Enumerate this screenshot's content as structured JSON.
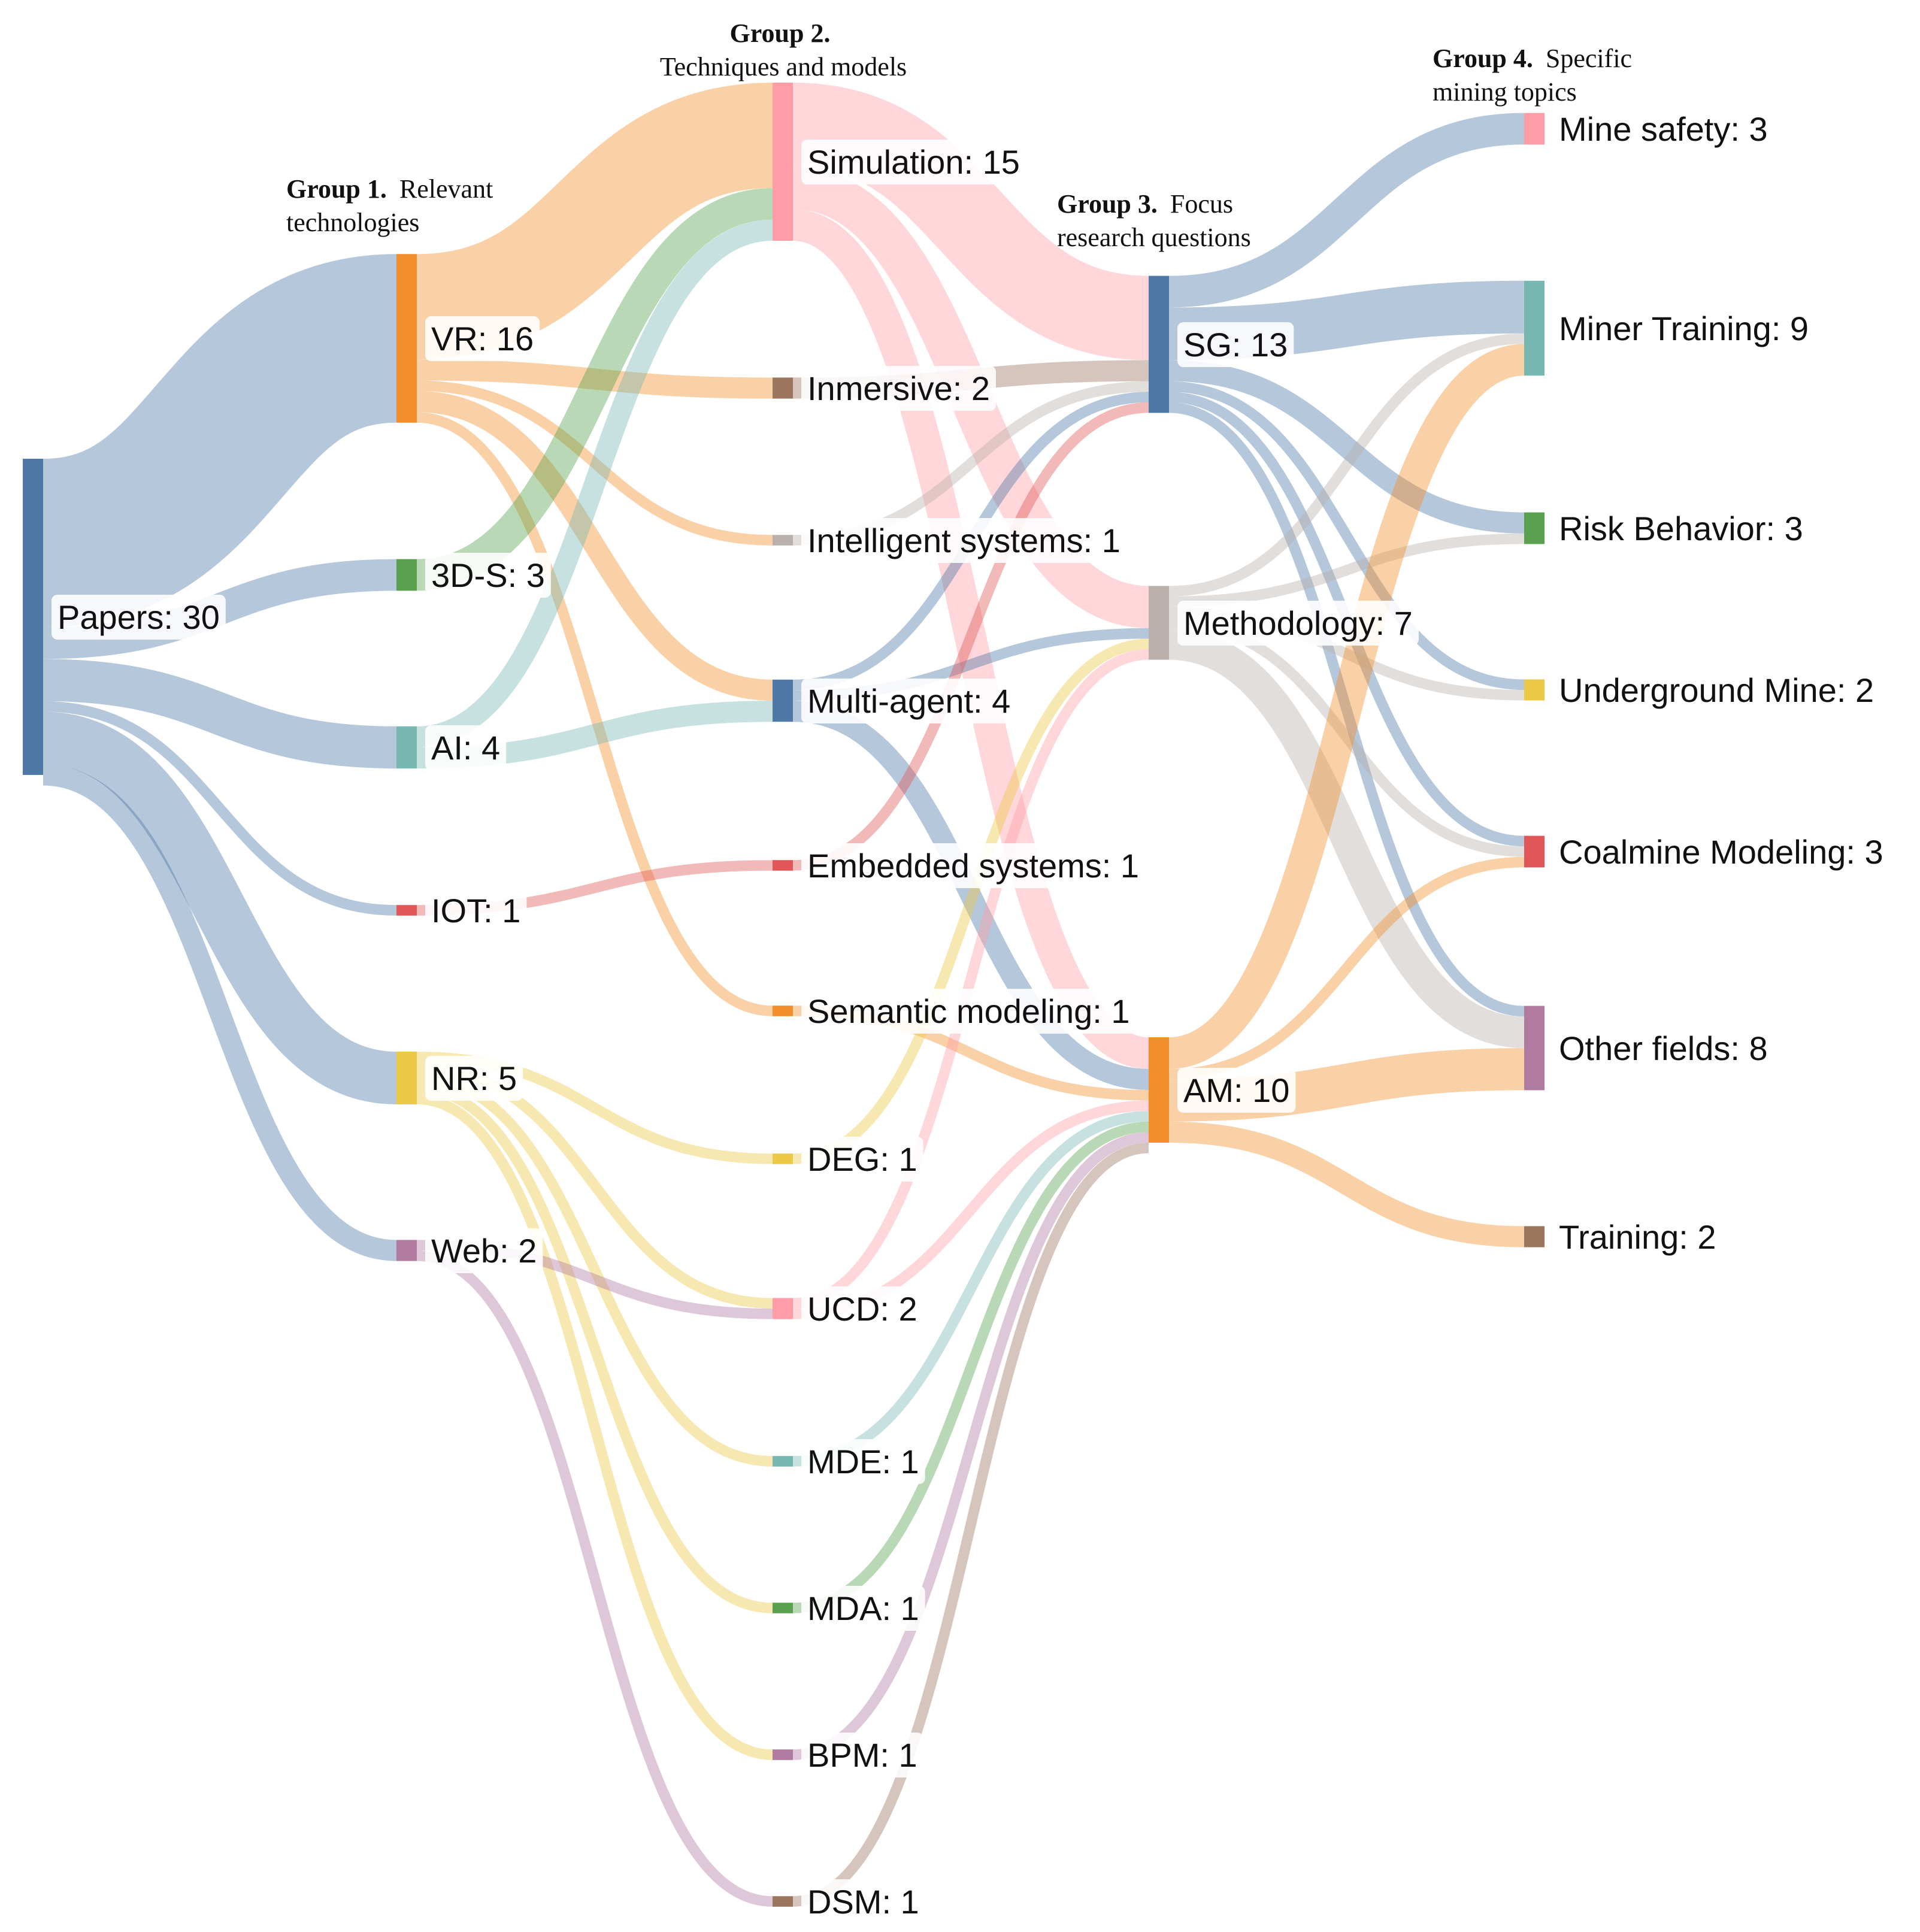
{
  "group_headers": [
    {
      "bold": "Group 1.",
      "rest": "Relevant",
      "line2": "technologies"
    },
    {
      "bold": "Group 2.",
      "rest": "",
      "line2": "Techniques and models"
    },
    {
      "bold": "Group 3.",
      "rest": "Focus",
      "line2": "research questions"
    },
    {
      "bold": "Group 4.",
      "rest": "Specific",
      "line2": "mining topics"
    }
  ],
  "chart_data": {
    "type": "sankey",
    "nodes": [
      {
        "id": "papers",
        "label": "Papers: 30",
        "value": 30,
        "column": 0,
        "color": "#4e79a7"
      },
      {
        "id": "vr",
        "label": "VR: 16",
        "value": 16,
        "column": 1,
        "color": "#f28e2b"
      },
      {
        "id": "3ds",
        "label": "3D-S: 3",
        "value": 3,
        "column": 1,
        "color": "#59a14f"
      },
      {
        "id": "ai",
        "label": "AI: 4",
        "value": 4,
        "column": 1,
        "color": "#76b7b2"
      },
      {
        "id": "iot",
        "label": "IOT: 1",
        "value": 1,
        "column": 1,
        "color": "#e15759"
      },
      {
        "id": "nr",
        "label": "NR: 5",
        "value": 5,
        "column": 1,
        "color": "#edc948"
      },
      {
        "id": "web",
        "label": "Web: 2",
        "value": 2,
        "column": 1,
        "color": "#b07aa1"
      },
      {
        "id": "sim",
        "label": "Simulation: 15",
        "value": 15,
        "column": 2,
        "color": "#ff9da7"
      },
      {
        "id": "inm",
        "label": "Inmersive: 2",
        "value": 2,
        "column": 2,
        "color": "#9c755f"
      },
      {
        "id": "ints",
        "label": "Intelligent systems: 1",
        "value": 1,
        "column": 2,
        "color": "#bab0ac"
      },
      {
        "id": "ma",
        "label": "Multi-agent: 4",
        "value": 4,
        "column": 2,
        "color": "#4e79a7"
      },
      {
        "id": "emb",
        "label": "Embedded systems: 1",
        "value": 1,
        "column": 2,
        "color": "#e15759"
      },
      {
        "id": "sem",
        "label": "Semantic modeling: 1",
        "value": 1,
        "column": 2,
        "color": "#f28e2b"
      },
      {
        "id": "deg",
        "label": "DEG: 1",
        "value": 1,
        "column": 2,
        "color": "#edc948"
      },
      {
        "id": "ucd",
        "label": "UCD: 2",
        "value": 2,
        "column": 2,
        "color": "#ff9da7"
      },
      {
        "id": "mde",
        "label": "MDE: 1",
        "value": 1,
        "column": 2,
        "color": "#76b7b2"
      },
      {
        "id": "mda",
        "label": "MDA: 1",
        "value": 1,
        "column": 2,
        "color": "#59a14f"
      },
      {
        "id": "bpm",
        "label": "BPM: 1",
        "value": 1,
        "column": 2,
        "color": "#b07aa1"
      },
      {
        "id": "dsm",
        "label": "DSM: 1",
        "value": 1,
        "column": 2,
        "color": "#9c755f"
      },
      {
        "id": "sg",
        "label": "SG: 13",
        "value": 13,
        "column": 3,
        "color": "#4e79a7"
      },
      {
        "id": "meth",
        "label": "Methodology: 7",
        "value": 7,
        "column": 3,
        "color": "#bab0ac"
      },
      {
        "id": "am",
        "label": "AM: 10",
        "value": 10,
        "column": 3,
        "color": "#f28e2b"
      },
      {
        "id": "ms",
        "label": "Mine safety: 3",
        "value": 3,
        "column": 4,
        "color": "#ff9da7"
      },
      {
        "id": "mt",
        "label": "Miner Training: 9",
        "value": 9,
        "column": 4,
        "color": "#76b7b2"
      },
      {
        "id": "rb",
        "label": "Risk Behavior: 3",
        "value": 3,
        "column": 4,
        "color": "#59a14f"
      },
      {
        "id": "um",
        "label": "Underground Mine: 2",
        "value": 2,
        "column": 4,
        "color": "#edc948"
      },
      {
        "id": "cm",
        "label": "Coalmine Modeling: 3",
        "value": 3,
        "column": 4,
        "color": "#e15759"
      },
      {
        "id": "of",
        "label": "Other fields: 8",
        "value": 8,
        "column": 4,
        "color": "#b07aa1"
      },
      {
        "id": "tr",
        "label": "Training: 2",
        "value": 2,
        "column": 4,
        "color": "#9c755f"
      }
    ],
    "links": [
      {
        "source": "papers",
        "target": "vr",
        "value": 16
      },
      {
        "source": "papers",
        "target": "3ds",
        "value": 3
      },
      {
        "source": "papers",
        "target": "ai",
        "value": 4
      },
      {
        "source": "papers",
        "target": "iot",
        "value": 1
      },
      {
        "source": "papers",
        "target": "nr",
        "value": 5
      },
      {
        "source": "papers",
        "target": "web",
        "value": 2
      },
      {
        "source": "vr",
        "target": "sim",
        "value": 10
      },
      {
        "source": "vr",
        "target": "inm",
        "value": 2
      },
      {
        "source": "vr",
        "target": "ints",
        "value": 1
      },
      {
        "source": "vr",
        "target": "ma",
        "value": 2
      },
      {
        "source": "vr",
        "target": "sem",
        "value": 1
      },
      {
        "source": "3ds",
        "target": "sim",
        "value": 3
      },
      {
        "source": "ai",
        "target": "sim",
        "value": 2
      },
      {
        "source": "ai",
        "target": "ma",
        "value": 2
      },
      {
        "source": "iot",
        "target": "emb",
        "value": 1
      },
      {
        "source": "nr",
        "target": "deg",
        "value": 1
      },
      {
        "source": "nr",
        "target": "ucd",
        "value": 1
      },
      {
        "source": "nr",
        "target": "mde",
        "value": 1
      },
      {
        "source": "nr",
        "target": "mda",
        "value": 1
      },
      {
        "source": "nr",
        "target": "bpm",
        "value": 1
      },
      {
        "source": "web",
        "target": "ucd",
        "value": 1
      },
      {
        "source": "web",
        "target": "dsm",
        "value": 1
      },
      {
        "source": "sim",
        "target": "sg",
        "value": 8
      },
      {
        "source": "sim",
        "target": "meth",
        "value": 4
      },
      {
        "source": "sim",
        "target": "am",
        "value": 3
      },
      {
        "source": "inm",
        "target": "sg",
        "value": 2
      },
      {
        "source": "ints",
        "target": "sg",
        "value": 1
      },
      {
        "source": "ma",
        "target": "sg",
        "value": 1
      },
      {
        "source": "ma",
        "target": "meth",
        "value": 1
      },
      {
        "source": "ma",
        "target": "am",
        "value": 2
      },
      {
        "source": "emb",
        "target": "sg",
        "value": 1
      },
      {
        "source": "sem",
        "target": "am",
        "value": 1
      },
      {
        "source": "deg",
        "target": "meth",
        "value": 1
      },
      {
        "source": "ucd",
        "target": "meth",
        "value": 1
      },
      {
        "source": "ucd",
        "target": "am",
        "value": 1
      },
      {
        "source": "mde",
        "target": "am",
        "value": 1
      },
      {
        "source": "mda",
        "target": "am",
        "value": 1
      },
      {
        "source": "bpm",
        "target": "am",
        "value": 1
      },
      {
        "source": "dsm",
        "target": "am",
        "value": 1
      },
      {
        "source": "sg",
        "target": "ms",
        "value": 3
      },
      {
        "source": "sg",
        "target": "mt",
        "value": 5
      },
      {
        "source": "sg",
        "target": "rb",
        "value": 2
      },
      {
        "source": "sg",
        "target": "um",
        "value": 1
      },
      {
        "source": "sg",
        "target": "cm",
        "value": 1
      },
      {
        "source": "sg",
        "target": "of",
        "value": 1
      },
      {
        "source": "meth",
        "target": "mt",
        "value": 1
      },
      {
        "source": "meth",
        "target": "rb",
        "value": 1
      },
      {
        "source": "meth",
        "target": "um",
        "value": 1
      },
      {
        "source": "meth",
        "target": "cm",
        "value": 1
      },
      {
        "source": "meth",
        "target": "of",
        "value": 3
      },
      {
        "source": "am",
        "target": "mt",
        "value": 3
      },
      {
        "source": "am",
        "target": "cm",
        "value": 1
      },
      {
        "source": "am",
        "target": "of",
        "value": 4
      },
      {
        "source": "am",
        "target": "tr",
        "value": 2
      }
    ]
  }
}
